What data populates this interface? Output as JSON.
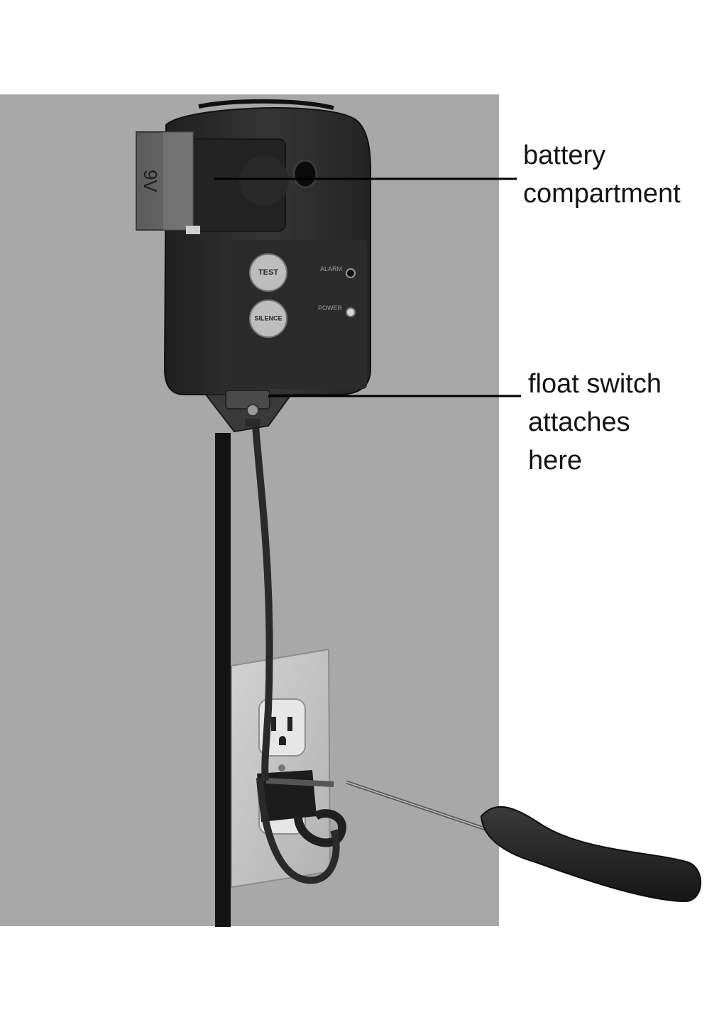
{
  "device": {
    "battery_label": "9V",
    "test_button_label": "TEST",
    "silence_button_label": "SILENCE",
    "alarm_led_label": "ALARM",
    "power_led_label": "POWER"
  },
  "callouts": {
    "battery": "battery\ncompartment",
    "float_switch": "float switch\nattaches\nhere"
  },
  "colors": {
    "wall": "#a8a8a8",
    "housing": "#2e2e2e",
    "wall_plate": "#c4c4c4",
    "label_text": "#141414"
  }
}
